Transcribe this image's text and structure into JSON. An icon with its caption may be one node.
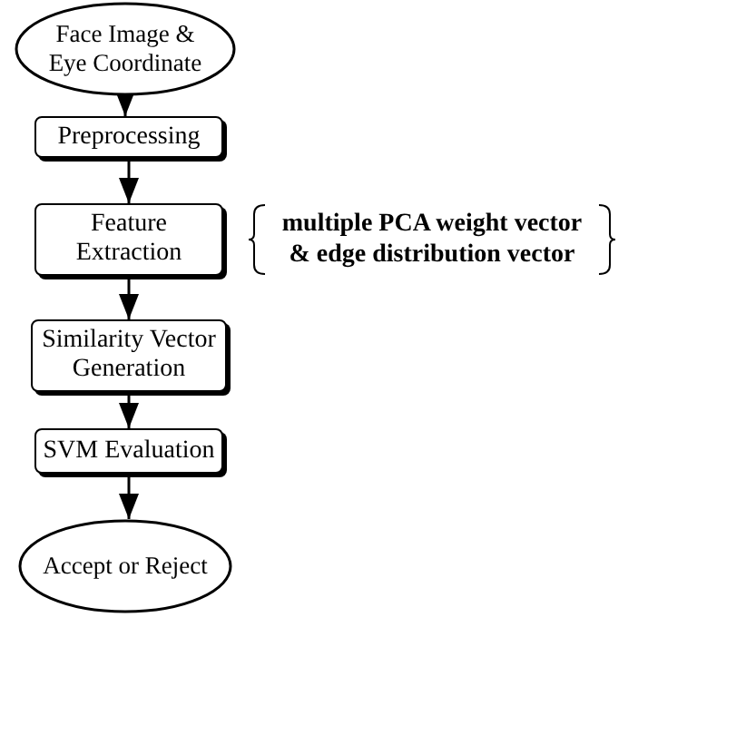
{
  "diagram": {
    "nodes": [
      {
        "text": [
          "Face Image & Eye Coordinate"
        ]
      },
      {
        "text": [
          "Preprocessing"
        ]
      },
      {
        "text": [
          "Feature Extraction"
        ],
        "beside": [
          "multiple PCA weight vector & edge distribution vector"
        ]
      },
      {
        "text": [
          "Similarity Vector Generation"
        ]
      },
      {
        "text": [
          "SVM Evaluation"
        ]
      },
      {
        "text": [
          "Accept or Reject"
        ]
      }
    ],
    "edges": [
      {
        "from": 0,
        "to": 1,
        "arrow": "to"
      },
      {
        "from": 1,
        "to": 2,
        "arrow": "to"
      },
      {
        "from": 2,
        "to": 3,
        "arrow": "to"
      },
      {
        "from": 3,
        "to": 4,
        "arrow": "to"
      },
      {
        "from": 4,
        "to": 5,
        "arrow": "to"
      }
    ]
  }
}
